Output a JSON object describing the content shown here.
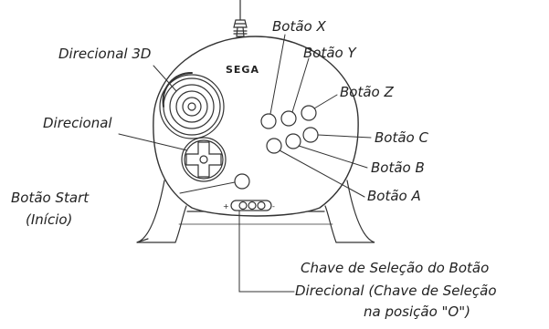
{
  "brand_text": "SEGA",
  "labels": {
    "directional_3d": "Direcional 3D",
    "directional": "Direcional",
    "start_button": "Botão Start",
    "start_button_sub": "(Início)",
    "button_x": "Botão X",
    "button_y": "Botão Y",
    "button_z": "Botão Z",
    "button_c": "Botão C",
    "button_b": "Botão B",
    "button_a": "Botão A",
    "switch_line1": "Chave de Seleção do Botão",
    "switch_line2": "Direcional (Chave de Seleção",
    "switch_line3": "na posição \"O\")"
  },
  "switch_marks": {
    "plus": "+",
    "minus": "-"
  },
  "colors": {
    "line": "#333333",
    "text": "#222222",
    "background": "#ffffff"
  }
}
